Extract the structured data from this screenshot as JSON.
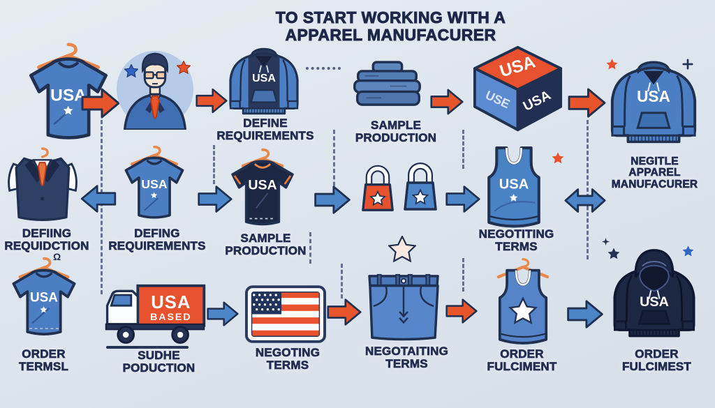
{
  "title": {
    "text": "TO START WORKING WITH A\nAPPAREL MANUFACURER"
  },
  "row1": {
    "tshirt_print": "USA",
    "hoodie_center": {
      "print": "USA",
      "label": "DEFINE\nREQUIREMENTS"
    },
    "stack_label": "SAMPLE\nPRODUCTION",
    "box": {
      "top_text": "USA",
      "left_text": "USE",
      "right_text": "USA"
    },
    "hoodie_right": {
      "print": "USA",
      "label": "NEGITLE\nAPPAREL\nMANUFACURER"
    }
  },
  "row2": {
    "suit_label": "DEFIING\nREQUIDCTION",
    "suit_glyph": "Ω",
    "tshirt": {
      "print": "USA",
      "label": "DEFING\nREQUIREMENTS"
    },
    "black_tee": {
      "print": "USA",
      "label": "SAMPLE\nPRODUCTION"
    },
    "tank": {
      "print": "USA",
      "label": "NEGOTITING\nTERMS"
    }
  },
  "row3": {
    "tshirt": {
      "print": "USA",
      "label": "ORDER\nTERMSL"
    },
    "truck": {
      "box_line1": "USA",
      "box_line2": "BASED",
      "label": "SUDHE\nPODUCTION"
    },
    "flag_label": "NEGOTING\nTERMS",
    "jeans_label": "NEGOTAITING\nTERMS",
    "tank_label": "ORDER\nFULCIMENT",
    "hoodie": {
      "print": "USA",
      "label": "ORDER\nFULCIMEST"
    }
  },
  "colors": {
    "background": "#dde5ee",
    "navy_outline": "#203050",
    "label_navy": "#222e52",
    "arrow_orange": "#e8542c",
    "arrow_blue": "#4d86c8",
    "shirt_blue": "#4b7ec2",
    "dark_garment": "#1c2744",
    "hanger_orange": "#e8884a",
    "accent_red": "#e8512d"
  }
}
